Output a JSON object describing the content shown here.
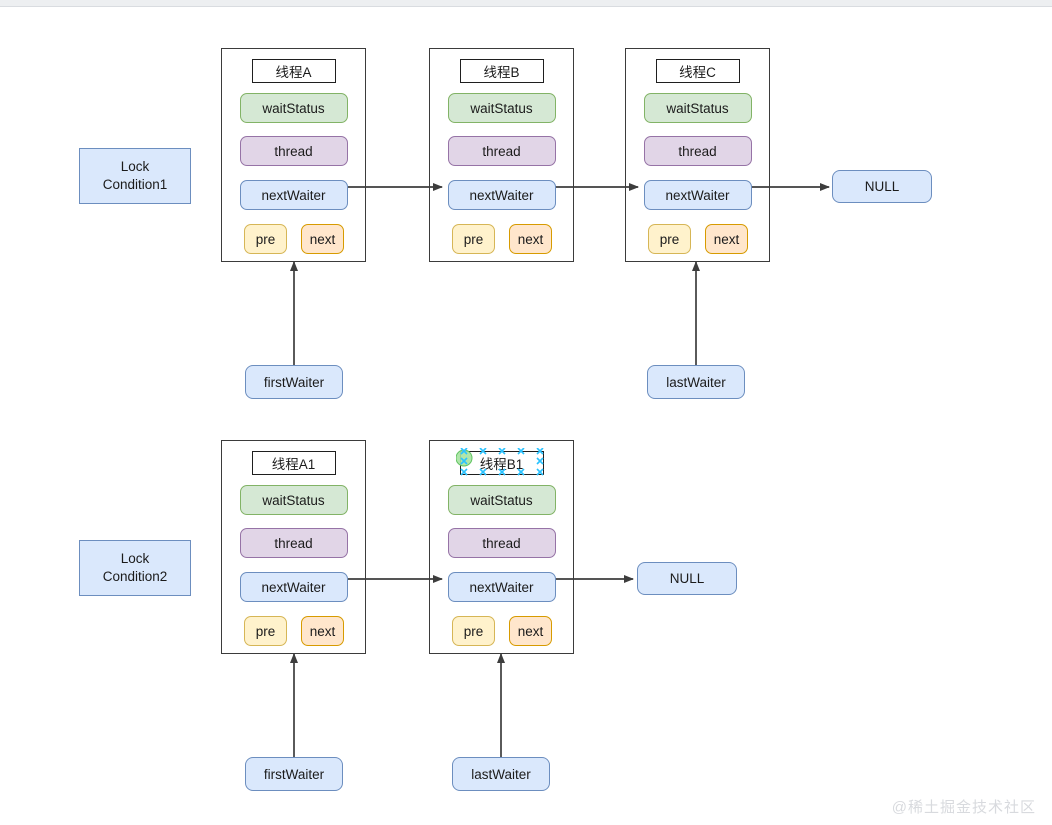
{
  "diagram": {
    "title": "AQS Condition Queue (ConditionObject) linked-node diagram",
    "watermark": "@稀土掘金技术社区",
    "colors": {
      "waitstatus_fill": "#d5e8d4",
      "waitstatus_stroke": "#82b366",
      "thread_fill": "#e1d5e7",
      "thread_stroke": "#9673a6",
      "nextwaiter_fill": "#dae8fc",
      "nextwaiter_stroke": "#6c8ebf",
      "pre_fill": "#fff2cc",
      "pre_stroke": "#d6b656",
      "next_fill": "#ffe6cc",
      "next_stroke": "#d79b00",
      "container_stroke": "#3b3b3b",
      "link_stroke": "#3d3d3d",
      "selection_handle": "#29c2ff",
      "selection_anchor": "#a0e8a0",
      "topbar": "#edeff1",
      "watermark_color": "#d8dade"
    },
    "field_labels": {
      "waitstatus": "waitStatus",
      "thread": "thread",
      "nextwaiter": "nextWaiter",
      "pre": "pre",
      "next": "next"
    },
    "rows": [
      {
        "id": "row1",
        "lock": {
          "line1": "Lock",
          "line2": "Condition1"
        },
        "nodes": [
          {
            "id": "row1-node1",
            "title": "线程A",
            "selected": false
          },
          {
            "id": "row1-node2",
            "title": "线程B",
            "selected": false
          },
          {
            "id": "row1-node3",
            "title": "线程C",
            "selected": false
          }
        ],
        "tail": "NULL",
        "first_waiter": "firstWaiter",
        "last_waiter": "lastWaiter"
      },
      {
        "id": "row2",
        "lock": {
          "line1": "Lock",
          "line2": "Condition2"
        },
        "nodes": [
          {
            "id": "row2-node1",
            "title": "线程A1",
            "selected": false
          },
          {
            "id": "row2-node2",
            "title": "线程B1",
            "selected": true
          }
        ],
        "tail": "NULL",
        "first_waiter": "firstWaiter",
        "last_waiter": "lastWaiter"
      }
    ]
  }
}
